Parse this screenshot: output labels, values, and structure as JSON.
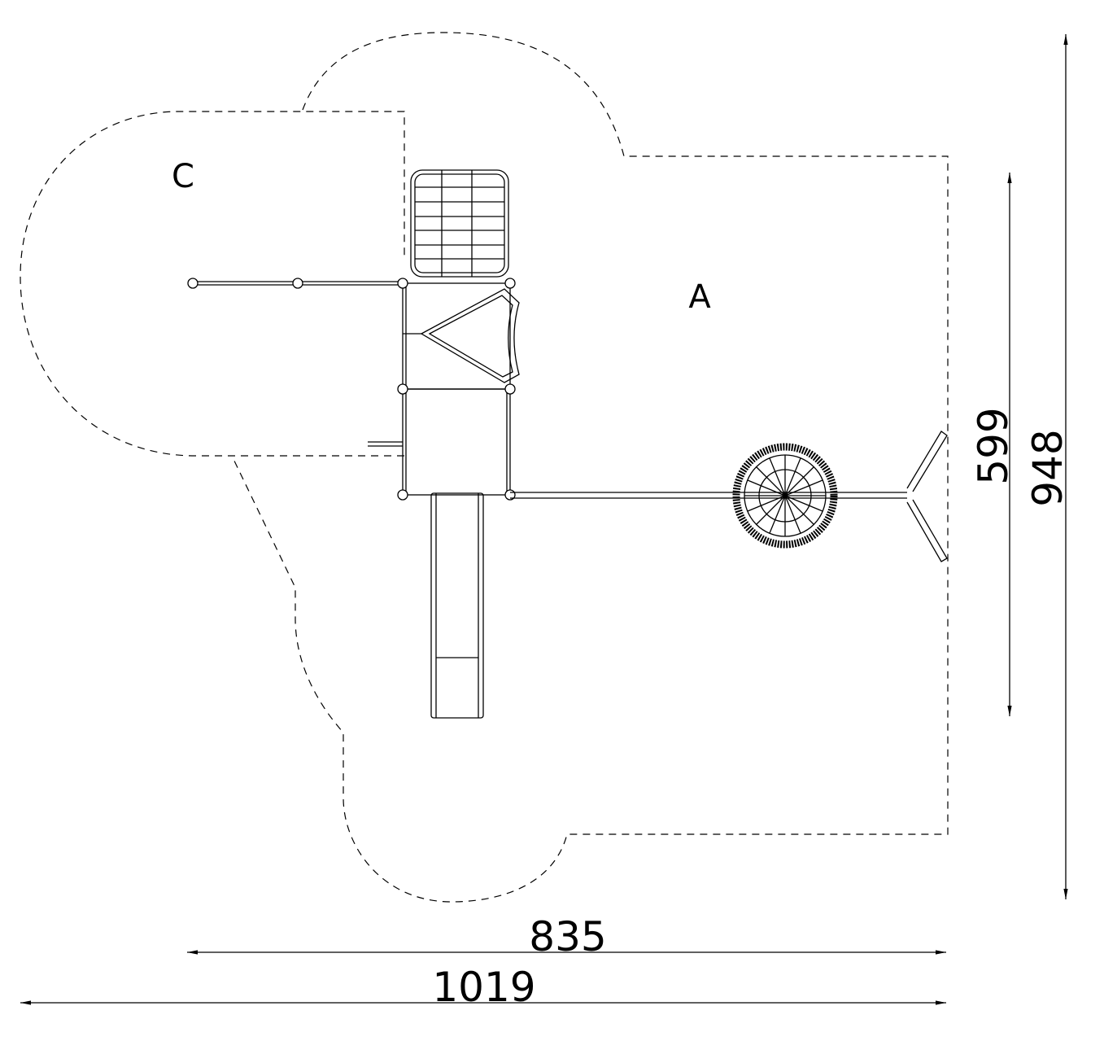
{
  "zones": {
    "a": "A",
    "c": "C"
  },
  "dimensions": {
    "height_total": "948",
    "height_inner": "599",
    "width_inner": "835",
    "width_total": "1019"
  },
  "colors": {
    "line": "#000000",
    "background": "#ffffff"
  }
}
